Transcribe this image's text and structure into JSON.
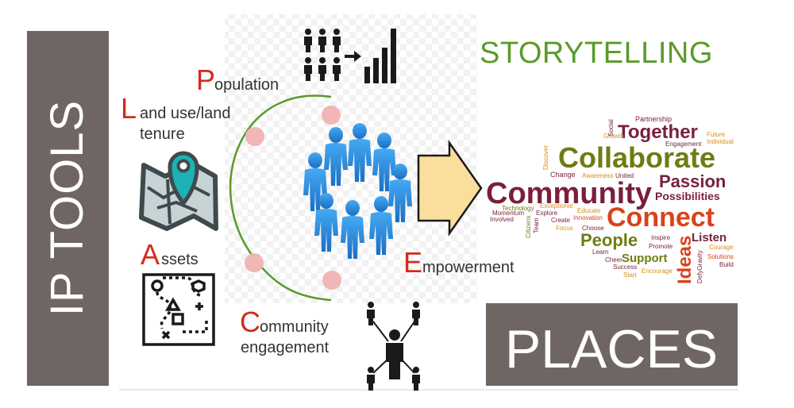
{
  "title_vertical": "IP TOOLS",
  "storytelling": "STORYTELLING",
  "places": "PLACES",
  "plac": {
    "p": {
      "initial": "P",
      "rest": "opulation"
    },
    "l": {
      "initial": "L",
      "line1": "and use/land",
      "line2": "tenure"
    },
    "a": {
      "initial": "A",
      "rest": "ssets"
    },
    "c": {
      "initial": "C",
      "line1": "ommunity",
      "line2": "engagement"
    }
  },
  "empowerment": {
    "initial": "E",
    "rest": "mpowerment"
  },
  "word_cloud": [
    {
      "text": "Community",
      "size": 38,
      "color": "#7a1f3a",
      "weight": "bold"
    },
    {
      "text": "Collaborate",
      "size": 36,
      "color": "#6e7d13",
      "weight": "bold"
    },
    {
      "text": "Connect",
      "size": 34,
      "color": "#d9421a",
      "weight": "bold"
    },
    {
      "text": "Together",
      "size": 24,
      "color": "#7a1f3a",
      "weight": "bold"
    },
    {
      "text": "Passion",
      "size": 22,
      "color": "#7a1f3a",
      "weight": "bold"
    },
    {
      "text": "People",
      "size": 22,
      "color": "#6e7d13",
      "weight": "bold"
    },
    {
      "text": "Ideas",
      "size": 24,
      "color": "#d9421a",
      "weight": "bold"
    },
    {
      "text": "Possibilities",
      "size": 14,
      "color": "#7a1f3a",
      "weight": "bold"
    },
    {
      "text": "Support",
      "size": 15,
      "color": "#6e7d13",
      "weight": "bold"
    },
    {
      "text": "Listen",
      "size": 15,
      "color": "#7a1f3a",
      "weight": "bold"
    },
    {
      "text": "Partnership",
      "size": 9,
      "color": "#7a1f3a",
      "weight": "normal"
    },
    {
      "text": "Engagement",
      "size": 8,
      "color": "#7a1f3a",
      "weight": "normal"
    },
    {
      "text": "Future",
      "size": 8,
      "color": "#d98e1a",
      "weight": "normal"
    },
    {
      "text": "Individual",
      "size": 8,
      "color": "#d98e1a",
      "weight": "normal"
    },
    {
      "text": "Growth",
      "size": 8,
      "color": "#d98e1a",
      "weight": "normal"
    },
    {
      "text": "Social",
      "size": 8,
      "color": "#7a1f3a",
      "weight": "normal"
    },
    {
      "text": "Change",
      "size": 9,
      "color": "#7a1f3a",
      "weight": "normal"
    },
    {
      "text": "Awareness",
      "size": 8,
      "color": "#d98e1a",
      "weight": "normal"
    },
    {
      "text": "United",
      "size": 8,
      "color": "#7a1f3a",
      "weight": "normal"
    },
    {
      "text": "Discover",
      "size": 8,
      "color": "#d98e1a",
      "weight": "normal"
    },
    {
      "text": "Technology",
      "size": 8,
      "color": "#6e7d13",
      "weight": "normal"
    },
    {
      "text": "Exceptional",
      "size": 8,
      "color": "#d98e1a",
      "weight": "normal"
    },
    {
      "text": "Educate",
      "size": 8,
      "color": "#d98e1a",
      "weight": "normal"
    },
    {
      "text": "Explore",
      "size": 8,
      "color": "#7a1f3a",
      "weight": "normal"
    },
    {
      "text": "Create",
      "size": 8,
      "color": "#7a1f3a",
      "weight": "normal"
    },
    {
      "text": "Innovation",
      "size": 8,
      "color": "#d9421a",
      "weight": "normal"
    },
    {
      "text": "Choose",
      "size": 8,
      "color": "#7a1f3a",
      "weight": "normal"
    },
    {
      "text": "Momentum",
      "size": 8,
      "color": "#7a1f3a",
      "weight": "normal"
    },
    {
      "text": "Involved",
      "size": 8,
      "color": "#7a1f3a",
      "weight": "normal"
    },
    {
      "text": "Citizens",
      "size": 8,
      "color": "#6e7d13",
      "weight": "normal"
    },
    {
      "text": "Team",
      "size": 8,
      "color": "#7a1f3a",
      "weight": "normal"
    },
    {
      "text": "Focus",
      "size": 8,
      "color": "#d98e1a",
      "weight": "normal"
    },
    {
      "text": "Inspire",
      "size": 8,
      "color": "#7a1f3a",
      "weight": "normal"
    },
    {
      "text": "Promote",
      "size": 8,
      "color": "#7a1f3a",
      "weight": "normal"
    },
    {
      "text": "Learn",
      "size": 8,
      "color": "#7a1f3a",
      "weight": "normal"
    },
    {
      "text": "Cheer",
      "size": 8,
      "color": "#7a1f3a",
      "weight": "normal"
    },
    {
      "text": "Success",
      "size": 8,
      "color": "#7a1f3a",
      "weight": "normal"
    },
    {
      "text": "Start",
      "size": 8,
      "color": "#d98e1a",
      "weight": "normal"
    },
    {
      "text": "Encourage",
      "size": 8,
      "color": "#d98e1a",
      "weight": "normal"
    },
    {
      "text": "DefyGravity",
      "size": 8,
      "color": "#7a1f3a",
      "weight": "normal"
    },
    {
      "text": "Courage",
      "size": 8,
      "color": "#d98e1a",
      "weight": "normal"
    },
    {
      "text": "Solutions",
      "size": 8,
      "color": "#d9421a",
      "weight": "normal"
    },
    {
      "text": "Build",
      "size": 8,
      "color": "#7a1f3a",
      "weight": "normal"
    }
  ],
  "colors": {
    "panel_gray": "#6f6663",
    "accent_red": "#d22b1e",
    "storytelling_green": "#5a9a2a",
    "arc_green": "#5a9a2a",
    "node_pink": "#f1b6b6",
    "people_blue": "#2a8fe0",
    "arrow_fill": "#f9df9b",
    "map_teal": "#1db3b5",
    "icon_dark": "#1a1a1a"
  },
  "icons": {
    "population": "population-to-bar-chart-icon",
    "land": "map-location-pin-icon",
    "assets": "treasure-map-icon",
    "engagement": "people-network-icon",
    "group": "community-group-icon",
    "arrow": "block-arrow-right-icon"
  }
}
